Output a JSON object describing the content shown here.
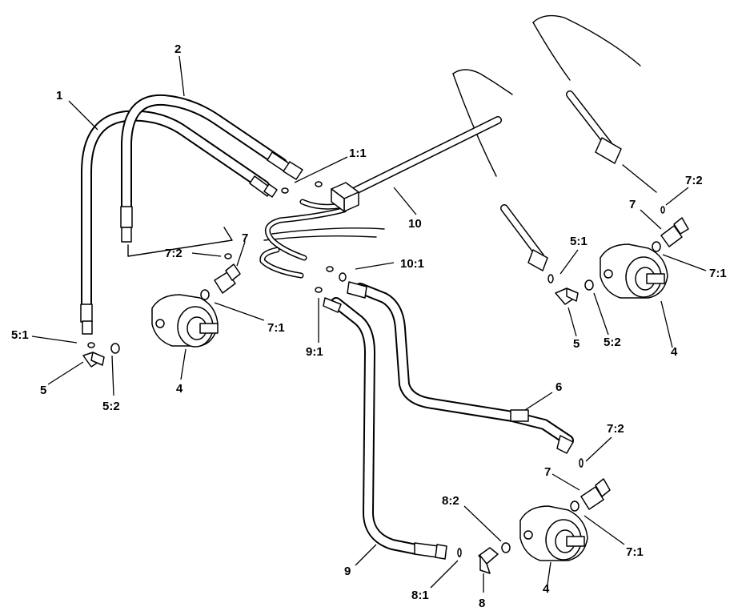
{
  "diagram": {
    "callouts": {
      "p1": "1",
      "p2": "2",
      "p1_1": "1:1",
      "p10": "10",
      "p10_1": "10:1",
      "p7_2_left": "7:2",
      "p7_left": "7",
      "p7_1_left": "7:1",
      "p5_1_left": "5:1",
      "p5_left": "5",
      "p5_2_left": "5:2",
      "p4_left": "4",
      "p9_1": "9:1",
      "p5_1_right": "5:1",
      "p5_right": "5",
      "p5_2_right": "5:2",
      "p4_right": "4",
      "p7_2_right": "7:2",
      "p7_right": "7",
      "p7_1_right": "7:1",
      "p6": "6",
      "p7_2_bottom": "7:2",
      "p7_bottom": "7",
      "p7_1_bottom": "7:1",
      "p8_2": "8:2",
      "p9": "9",
      "p8_1": "8:1",
      "p8": "8",
      "p4_bottom": "4"
    }
  }
}
